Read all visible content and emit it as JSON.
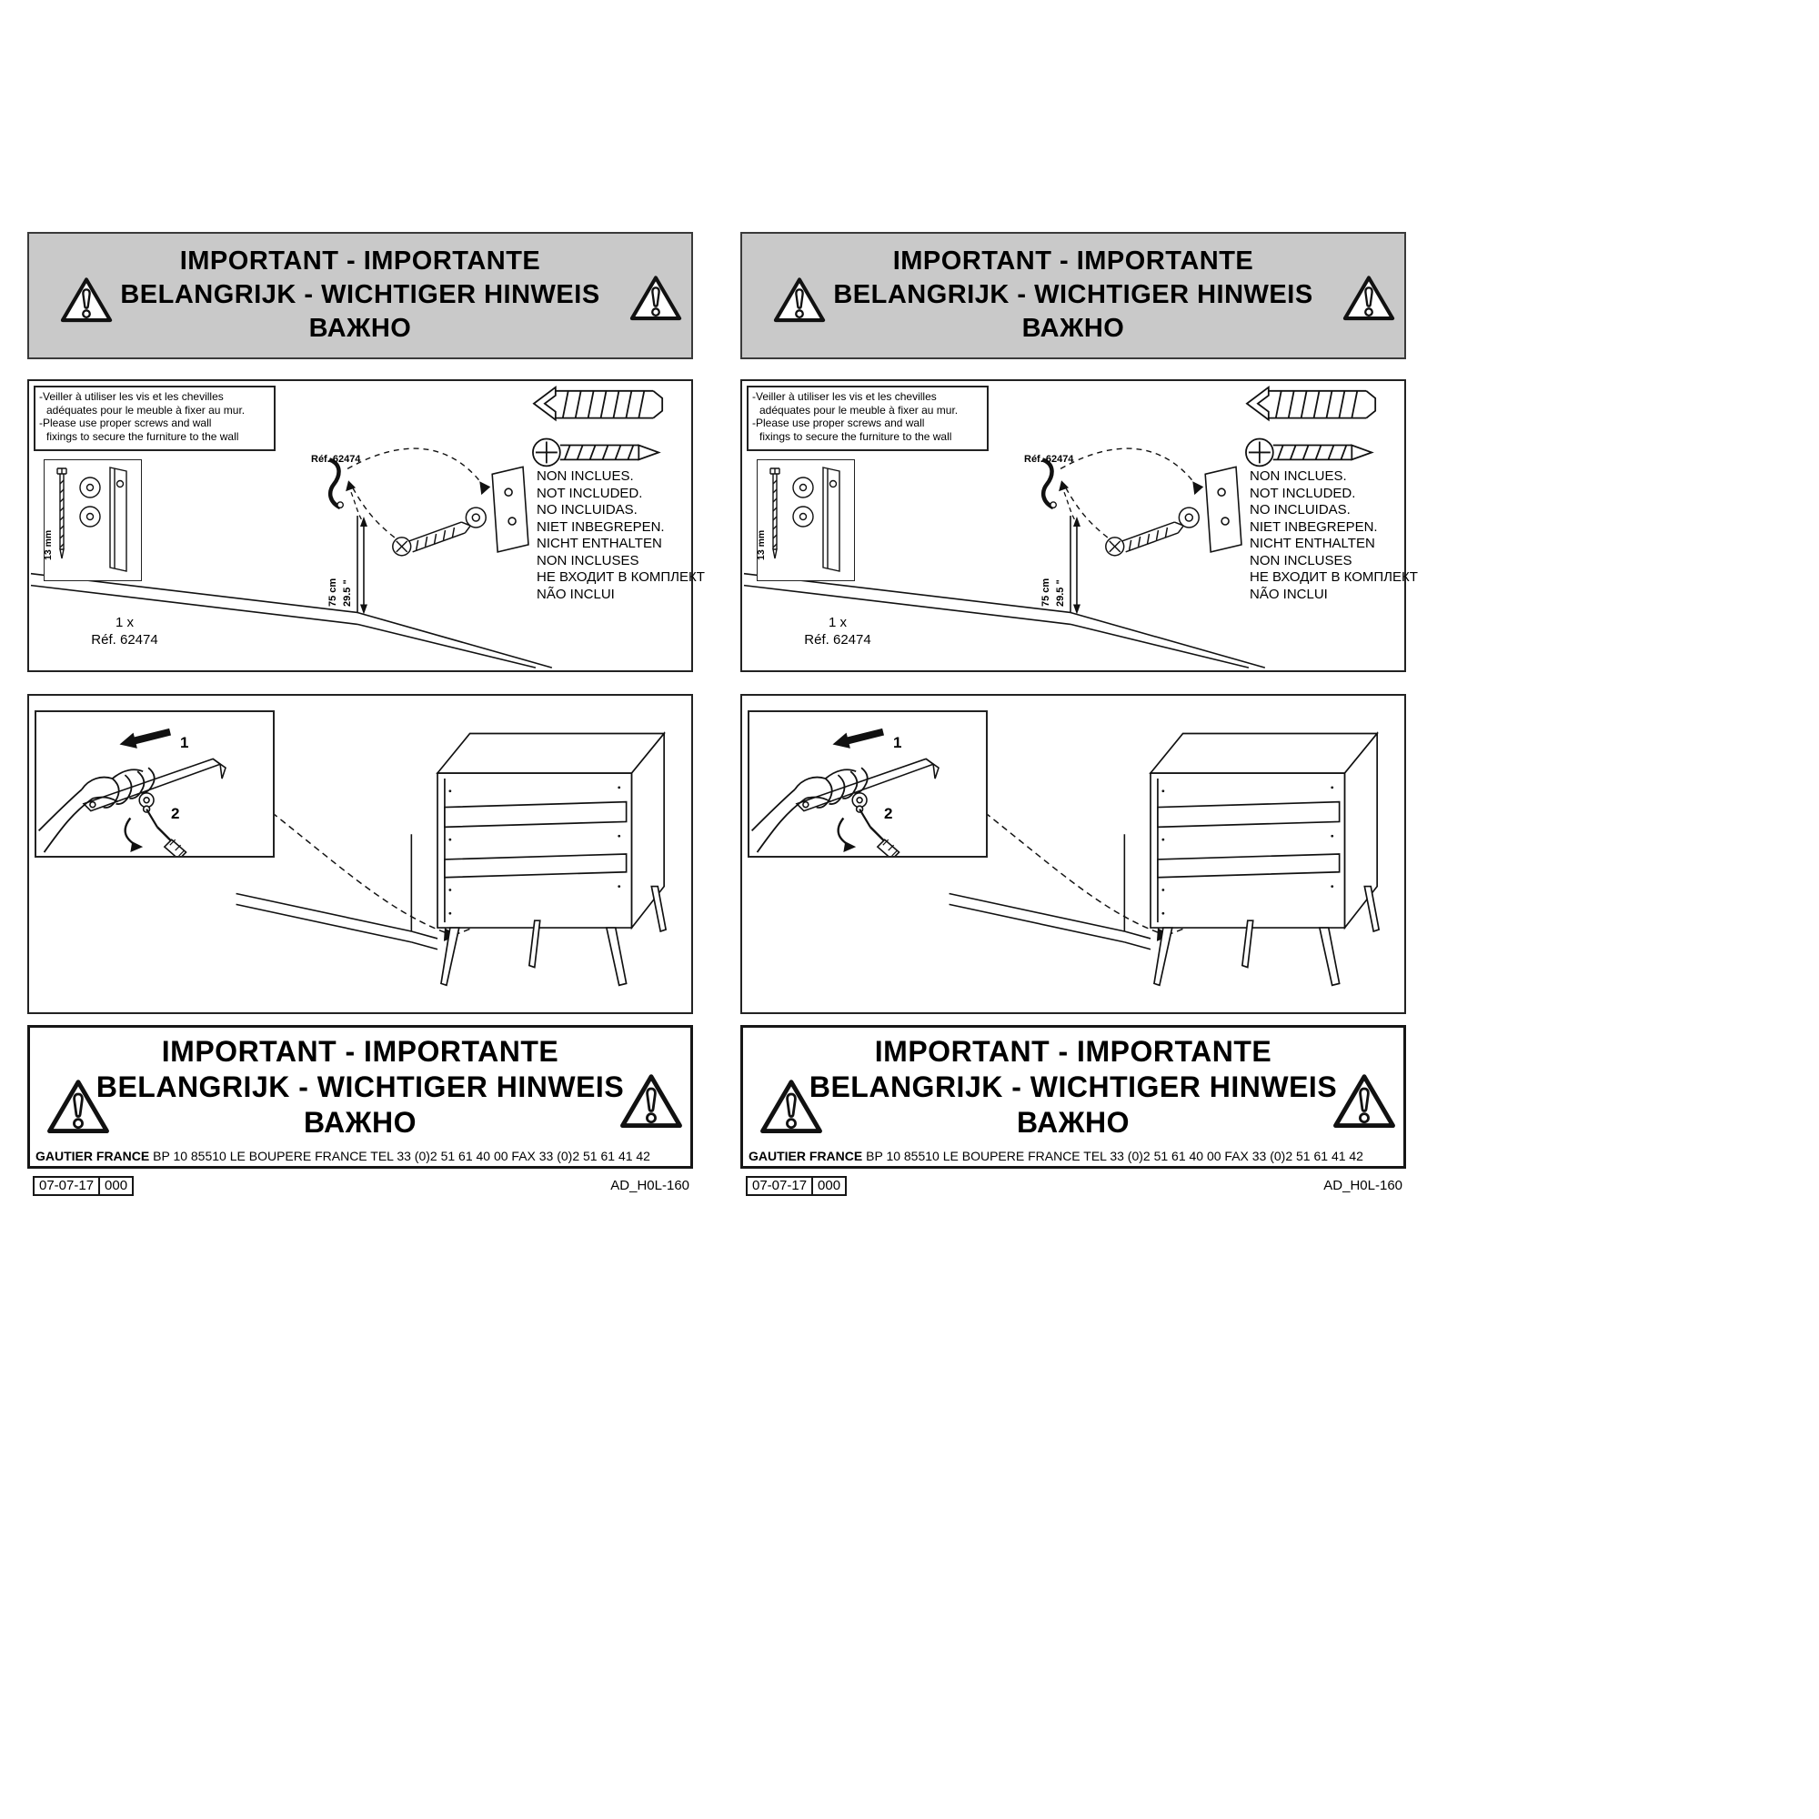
{
  "page": {
    "banner": {
      "line1": "IMPORTANT - IMPORTANTE",
      "line2": "BELANGRIJK - WICHTIGER HINWEIS",
      "line3": "ВАЖНО"
    },
    "fixing": {
      "note_fr_1": "-Veiller à utiliser les vis et les chevilles",
      "note_fr_2": "adéquates pour le meuble à fixer au mur.",
      "note_en_1": "-Please use proper screws and wall",
      "note_en_2": "fixings to secure the furniture to the wall",
      "ref_label": "Réf. 62474",
      "qty": "1 x",
      "qty_ref": "Réf. 62474",
      "screw_length": "13 mm",
      "height_cm": "75 cm",
      "height_in": "29.5 \"",
      "not_included": [
        "NON INCLUES.",
        "NOT INCLUDED.",
        "NO INCLUIDAS.",
        "NIET INBEGREPEN.",
        "NICHT ENTHALTEN",
        "NON INCLUSES",
        "НЕ ВХОДИТ В КОМПЛЕКТ",
        "NÃO INCLUI"
      ]
    },
    "steps": {
      "step1": "1",
      "step2": "2"
    },
    "footer": {
      "company": "GAUTIER FRANCE",
      "address": "BP 10 85510 LE BOUPERE FRANCE TEL 33 (0)2 51 61 40 00 FAX 33 (0)2 51 61 41 42",
      "date": "07-07-17",
      "revision": "000",
      "doc_code": "AD_H0L-160"
    }
  }
}
